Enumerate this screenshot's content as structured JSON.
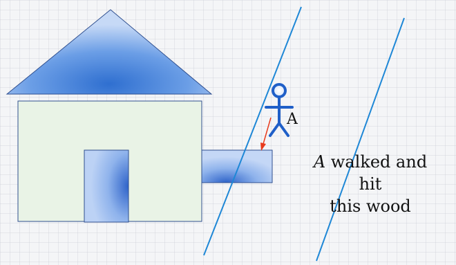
{
  "diagram": {
    "person_label": "A",
    "caption": {
      "subject": "A",
      "line1_rest": " walked and hit",
      "line2": "this wood"
    },
    "colors": {
      "house_roof": "#3f7fd6",
      "house_wall": "#e9f3e6",
      "house_outline": "#2f4f8f",
      "door": "#8fb3ec",
      "wood": "#5f8fe0",
      "lines": "#1e87d6",
      "arrow": "#e83a1c",
      "person": "#1f5fc8"
    },
    "icons": [
      "house-icon",
      "stick-figure-icon",
      "arrow-icon"
    ]
  }
}
